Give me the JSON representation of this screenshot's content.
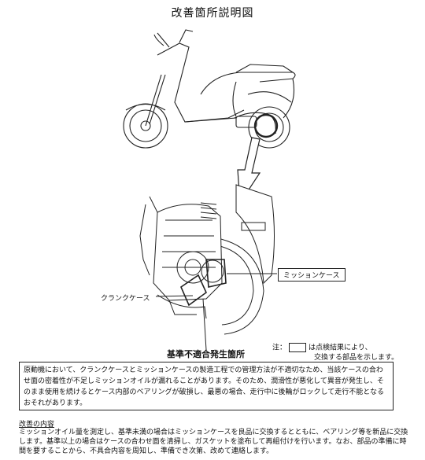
{
  "title": "改善箇所説明図",
  "labels": {
    "mission_case": "ミッションケース",
    "crank_case": "クランクケース",
    "defect_location": "基準不適合発生箇所"
  },
  "note": {
    "prefix": "注：",
    "line1": "は点検結果により、",
    "line2": "交換する部品を示します。"
  },
  "defect_text": "原動機において、クランクケースとミッションケースの製造工程での管理方法が不適切なため、当該ケースの合わせ面の密着性が不足しミッションオイルが漏れることがあります。そのため、潤滑性が悪化して異音が発生し、そのまま使用を続けるとケース内部のベアリングが破損し、最悪の場合、走行中に後輪がロックして走行不能となるおそれがあります。",
  "remedy": {
    "heading": "改善の内容",
    "text": "ミッションオイル量を測定し、基準未満の場合はミッションケースを良品に交換するとともに、ベアリング等を新品に交換します。基準以上の場合はケースの合わせ面を清掃し、ガスケットを塗布して再組付けを行います。なお、部品の準備に時間を要することから、不具合内容を周知し、準備でき次第、改めて連絡します。"
  }
}
